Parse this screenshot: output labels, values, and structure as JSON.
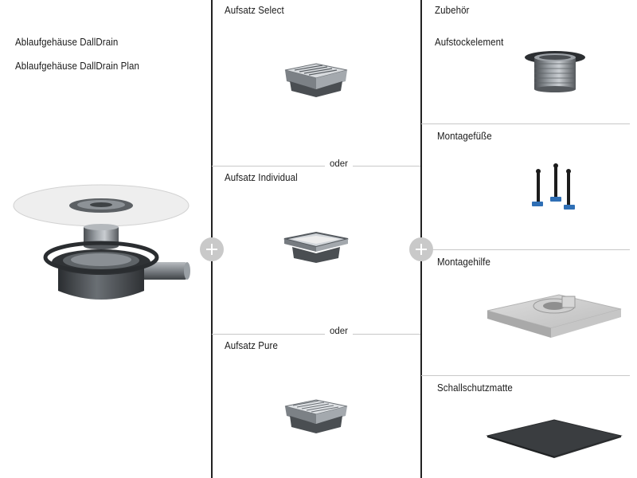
{
  "left": {
    "title_1": "Ablaufgehäuse DallDrain",
    "title_2": "Ablaufgehäuse DallDrain Plan"
  },
  "middle": {
    "item_1": "Aufsatz Select",
    "separator_1": "oder",
    "item_2": "Aufsatz Individual",
    "separator_2": "oder",
    "item_3": "Aufsatz Pure"
  },
  "right": {
    "header": "Zubehör",
    "item_1": "Aufstockelement",
    "item_2": "Montagefüße",
    "item_3": "Montagehilfe",
    "item_4": "Schallschutzmatte"
  },
  "icons": {
    "plus_1": "plus-circle-icon",
    "plus_2": "plus-circle-icon"
  },
  "colors": {
    "divider": "#222222",
    "separator_line": "#c8c8c8",
    "plus_circle": "#c9c9c9",
    "foot_accent": "#2f6fb5"
  }
}
